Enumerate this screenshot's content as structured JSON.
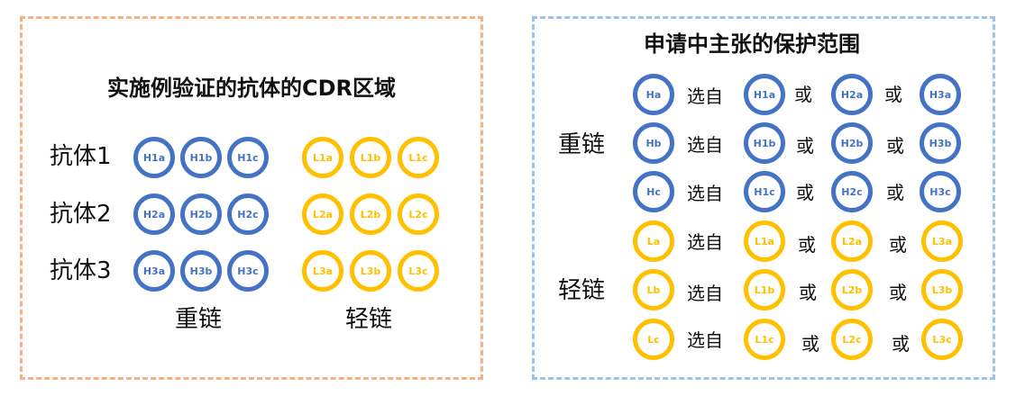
{
  "colors": {
    "heavy": "#4472c4",
    "light": "#ffc000",
    "left_border": "#f4b183",
    "right_border": "#9dc3e6"
  },
  "left": {
    "title": "实施例验证的抗体的CDR区域",
    "antibodies": [
      {
        "name": "抗体1",
        "heavy": [
          "H1a",
          "H1b",
          "H1c"
        ],
        "light": [
          "L1a",
          "L1b",
          "L1c"
        ]
      },
      {
        "name": "抗体2",
        "heavy": [
          "H2a",
          "H2b",
          "H2c"
        ],
        "light": [
          "L2a",
          "L2b",
          "L2c"
        ]
      },
      {
        "name": "抗体3",
        "heavy": [
          "H3a",
          "H3b",
          "H3c"
        ],
        "light": [
          "L3a",
          "L3b",
          "L3c"
        ]
      }
    ],
    "heavy_label": "重链",
    "light_label": "轻链"
  },
  "right": {
    "title": "申请中主张的保护范围",
    "heavy_label": "重链",
    "light_label": "轻链",
    "select_word": "选自",
    "or_word": "或",
    "heavy_rows": [
      {
        "region": "Ha",
        "options": [
          "H1a",
          "H2a",
          "H3a"
        ]
      },
      {
        "region": "Hb",
        "options": [
          "H1b",
          "H2b",
          "H3b"
        ]
      },
      {
        "region": "Hc",
        "options": [
          "H1c",
          "H2c",
          "H3c"
        ]
      }
    ],
    "light_rows": [
      {
        "region": "La",
        "options": [
          "L1a",
          "L2a",
          "L3a"
        ]
      },
      {
        "region": "Lb",
        "options": [
          "L1b",
          "L2b",
          "L3b"
        ]
      },
      {
        "region": "Lc",
        "options": [
          "L1c",
          "L2c",
          "L3c"
        ]
      }
    ]
  }
}
